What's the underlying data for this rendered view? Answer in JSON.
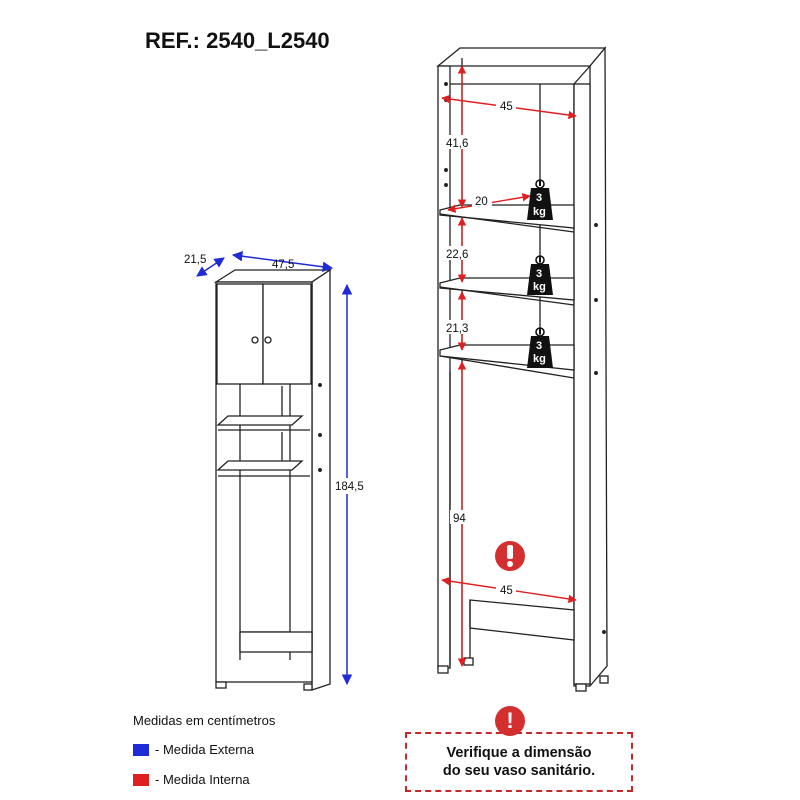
{
  "title": "REF.: 2540_L2540",
  "colors": {
    "external": "#1e2bd6",
    "internal": "#e02020",
    "warning": "#d32f2f"
  },
  "small_cabinet": {
    "depth": "21,5",
    "width": "47,5",
    "height": "184,5"
  },
  "large_cabinet": {
    "top_width": "45",
    "top_height": "41,6",
    "shelf_depth": "20",
    "shelf1_height": "22,6",
    "shelf2_height": "21,3",
    "bottom_height": "94",
    "bottom_width": "45",
    "weights": [
      {
        "num": "3",
        "unit": "kg"
      },
      {
        "num": "3",
        "unit": "kg"
      },
      {
        "num": "3",
        "unit": "kg"
      }
    ],
    "alert_icon": "exclamation-icon"
  },
  "legend": {
    "title": "Medidas em centímetros",
    "external": "- Medida Externa",
    "internal": "- Medida Interna"
  },
  "warning": {
    "icon": "exclamation-icon",
    "line1": "Verifique a dimensão",
    "line2": "do seu vaso sanitário."
  }
}
